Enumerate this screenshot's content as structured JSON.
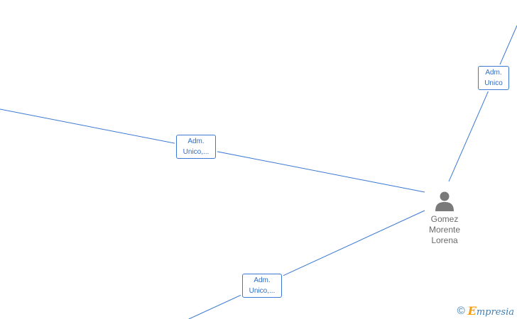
{
  "person": {
    "name_lines": [
      "Gomez",
      "Morente",
      "Lorena"
    ]
  },
  "edges": [
    {
      "label_lines": [
        "Adm.",
        "Unico,..."
      ]
    },
    {
      "label_lines": [
        "Adm.",
        "Unico"
      ]
    },
    {
      "label_lines": [
        "Adm.",
        "Unico,..."
      ]
    }
  ],
  "watermark": {
    "copyright_symbol": "©",
    "brand_initial": "E",
    "brand_rest": "mpresia"
  },
  "colors": {
    "edge": "#3a78d4",
    "node_icon": "#7a7a7a",
    "node_text": "#6b6b6b",
    "brand_accent": "#f39c12"
  },
  "icons": {
    "person": "person-icon"
  }
}
